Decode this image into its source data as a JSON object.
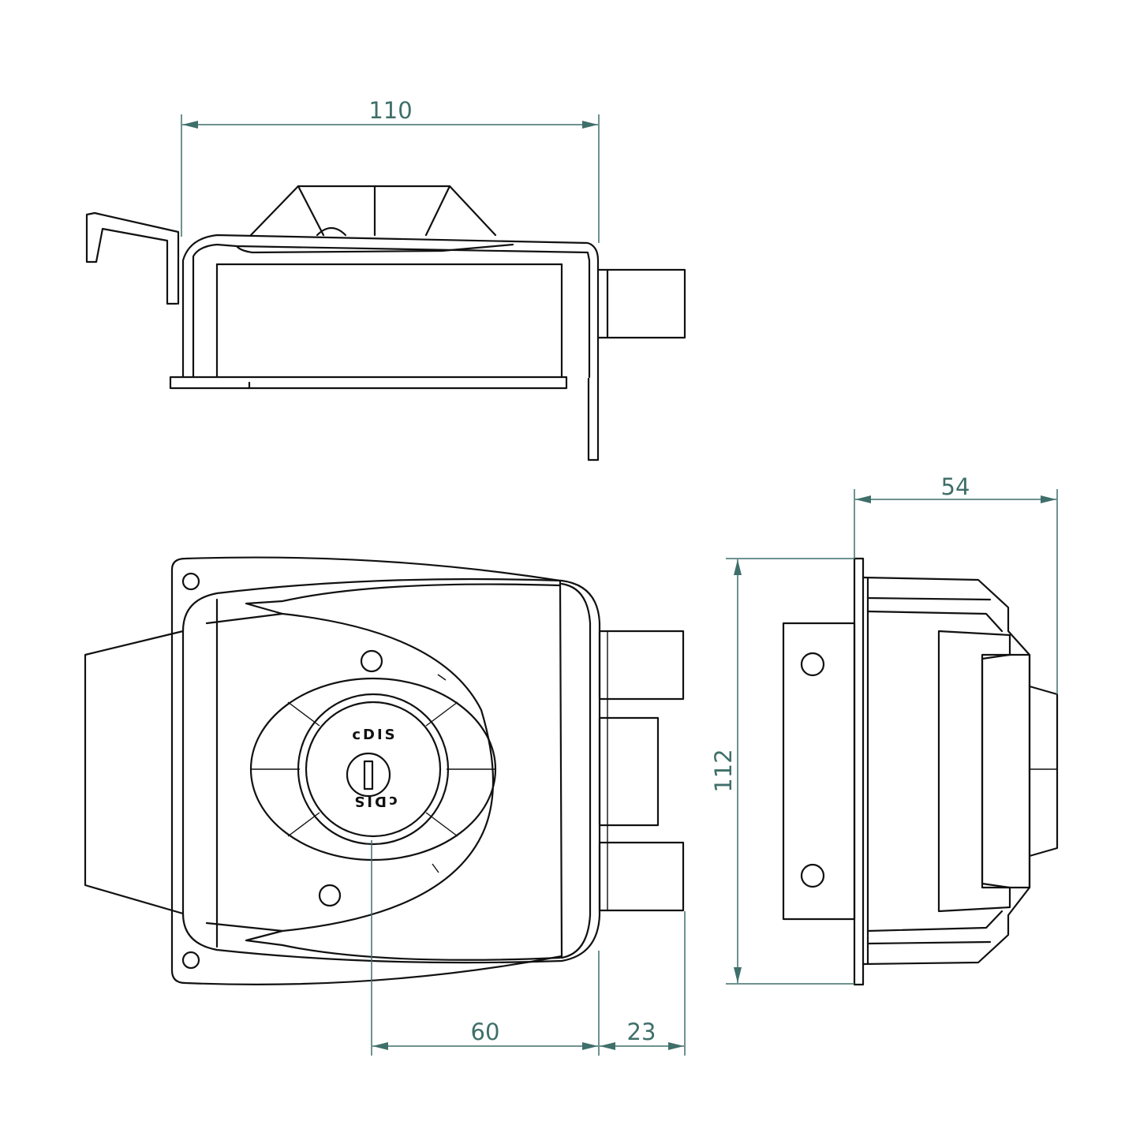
{
  "dimensions": {
    "width_top": "110",
    "height_side": "112",
    "depth_side": "54",
    "key_offset": "60",
    "bolt_projection": "23"
  },
  "lock_brand": "cDIS",
  "colors": {
    "dimension": "#3f6f6a",
    "outline": "#111111",
    "background": "#ffffff"
  }
}
